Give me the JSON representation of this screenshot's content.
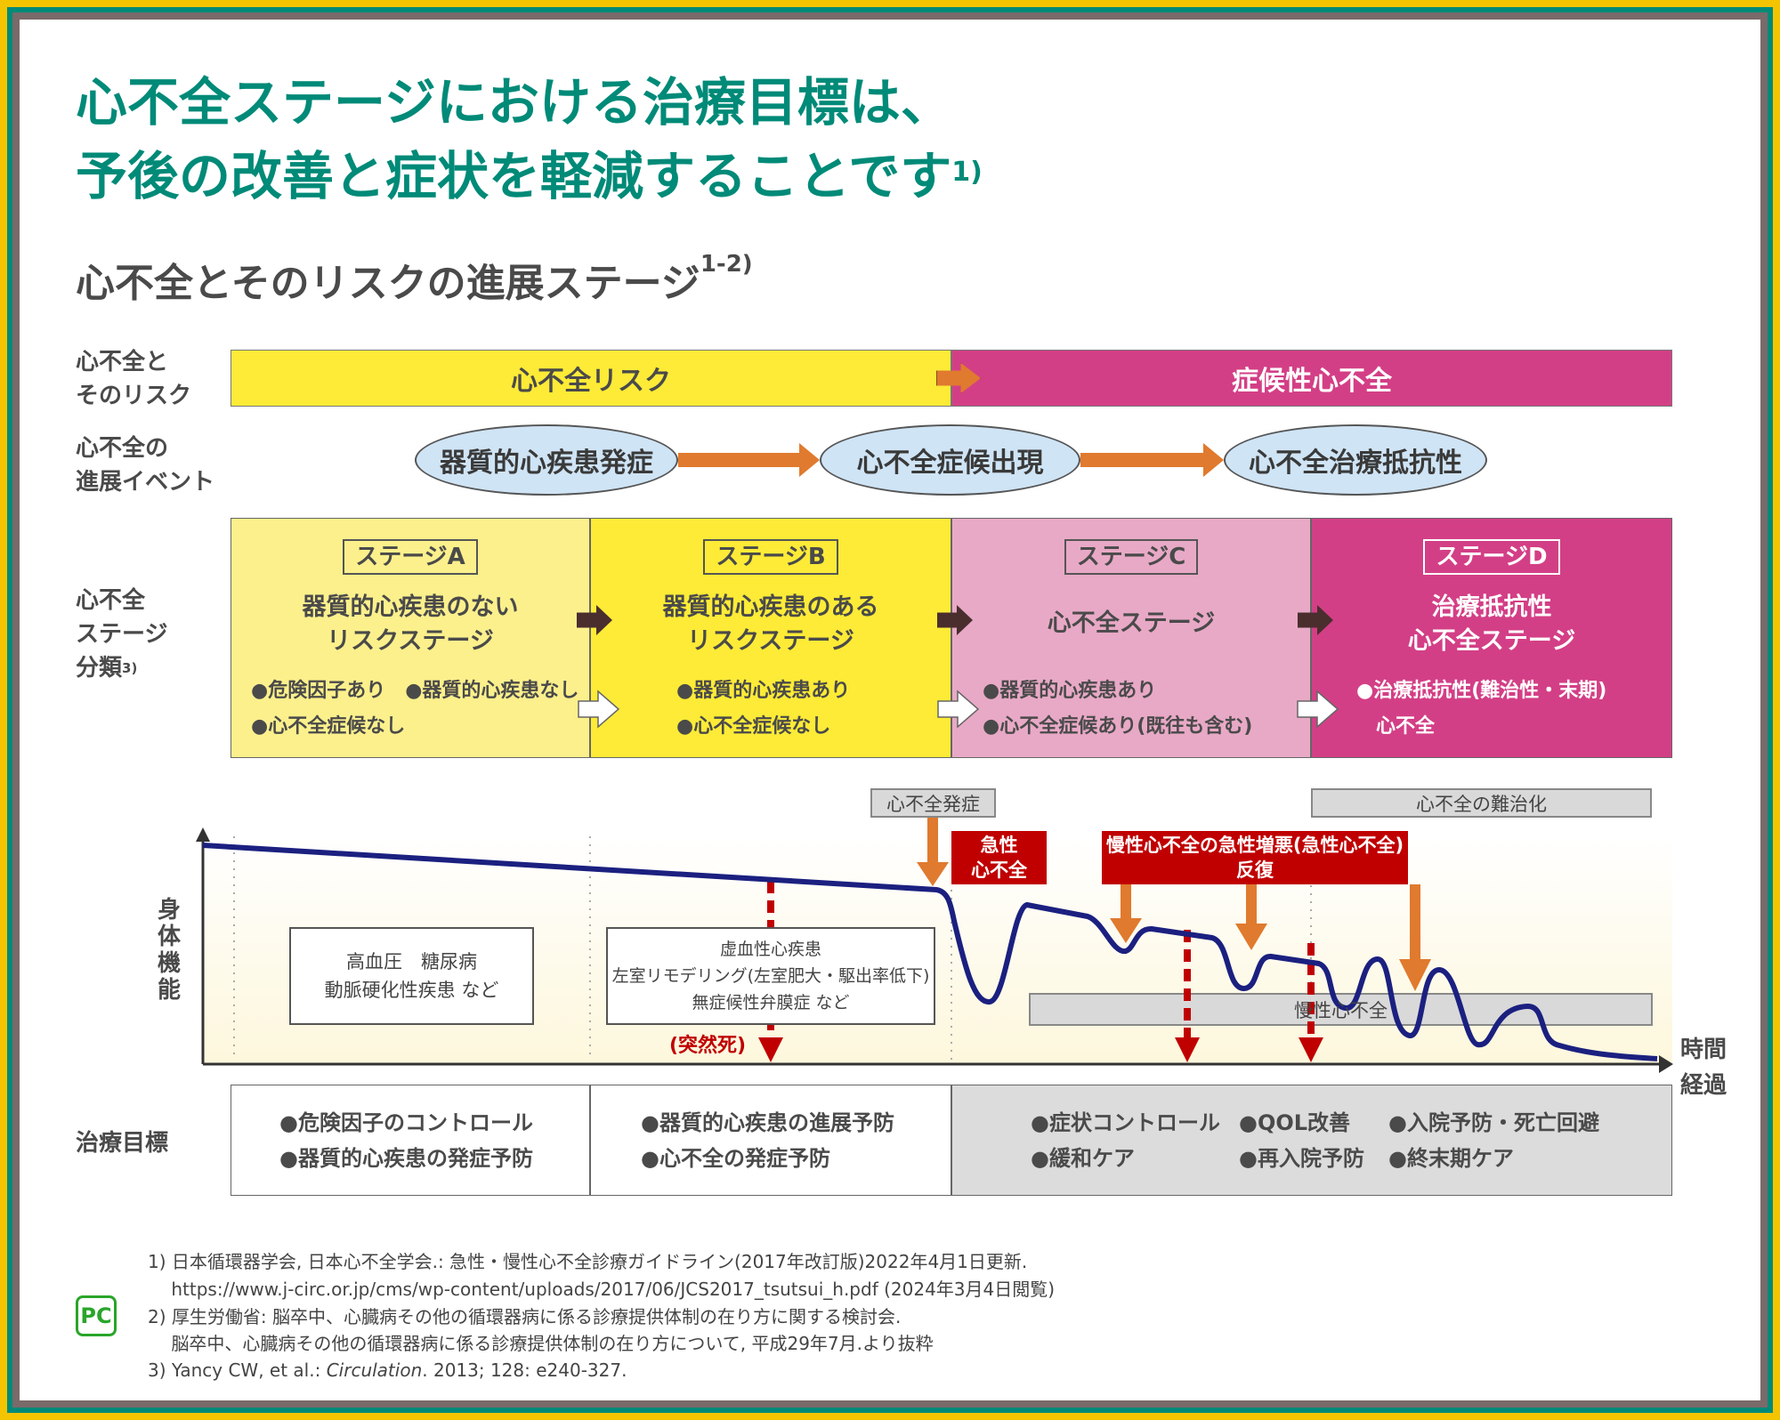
{
  "title": {
    "line1": "心不全ステージにおける治療目標は、",
    "line2": "予後の改善と症状を軽減することです",
    "line2_ref": "1)"
  },
  "subtitle": {
    "text": "心不全とそのリスクの進展ステージ",
    "ref": "1-2)"
  },
  "row_labels": {
    "risk": [
      "心不全と",
      "そのリスク"
    ],
    "events": [
      "心不全の",
      "進展イベント"
    ],
    "stages": [
      "心不全",
      "ステージ",
      "分類"
    ],
    "stages_ref": "3)",
    "goals": "治療目標"
  },
  "risk_bar": {
    "left": "心不全リスク",
    "right": "症候性心不全"
  },
  "events": [
    "器質的心疾患発症",
    "心不全症候出現",
    "心不全治療抵抗性"
  ],
  "stages": [
    {
      "tag": "ステージA",
      "name": [
        "器質的心疾患のない",
        "リスクステージ"
      ],
      "bullets": [
        "●危険因子あり　●器質的心疾患なし",
        "●心不全症候なし"
      ]
    },
    {
      "tag": "ステージB",
      "name": [
        "器質的心疾患のある",
        "リスクステージ"
      ],
      "bullets": [
        "●器質的心疾患あり",
        "●心不全症候なし"
      ]
    },
    {
      "tag": "ステージC",
      "name": [
        "心不全ステージ"
      ],
      "bullets": [
        "●器質的心疾患あり",
        "●心不全症候あり(既往も含む)"
      ]
    },
    {
      "tag": "ステージD",
      "name": [
        "治療抵抗性",
        "心不全ステージ"
      ],
      "bullets": [
        "●治療抵抗性(難治性・末期)",
        "　心不全"
      ]
    }
  ],
  "graph": {
    "y_label": "身体機能",
    "x_label": [
      "時間",
      "経過"
    ],
    "onset": "心不全発症",
    "refractory": "心不全の難治化",
    "acute": [
      "急性",
      "心不全"
    ],
    "exacerbation": [
      "慢性心不全の急性増悪(急性心不全)",
      "反復"
    ],
    "chronic": "慢性心不全",
    "sudden_death": "(突然死)",
    "box_a": [
      "高血圧　糖尿病",
      "動脈硬化性疾患 など"
    ],
    "box_b": [
      "虚血性心疾患",
      "左室リモデリング(左室肥大・駆出率低下)",
      "無症候性弁膜症 など"
    ]
  },
  "goals": {
    "a": [
      "●危険因子のコントロール",
      "●器質的心疾患の発症予防"
    ],
    "b": [
      "●器質的心疾患の進展予防",
      "●心不全の発症予防"
    ],
    "cd": [
      [
        "●症状コントロール",
        "●QOL改善",
        "●入院予防・死亡回避"
      ],
      [
        "●緩和ケア",
        "●再入院予防",
        "●終末期ケア"
      ]
    ]
  },
  "footnotes": [
    "1) 日本循環器学会, 日本心不全学会.: 急性・慢性心不全診療ガイドライン(2017年改訂版)2022年4月1日更新.",
    "　 https://www.j-circ.or.jp/cms/wp-content/uploads/2017/06/JCS2017_tsutsui_h.pdf (2024年3月4日閲覧)",
    "2) 厚生労働省: 脳卒中、心臓病その他の循環器病に係る診療提供体制の在り方に関する検討会.",
    "　 脳卒中、心臓病その他の循環器病に係る診療提供体制の在り方について, 平成29年7月.より抜粋",
    "3) Yancy CW, et al.: ",
    "Circulation",
    ". 2013; 128: e240-327."
  ],
  "logo": "PC",
  "colors": {
    "teal": "#008a78",
    "yellow": "#fdeb37",
    "magenta": "#d33f86",
    "orange": "#e07a2e",
    "red": "#c00000",
    "navy": "#1b2080"
  }
}
